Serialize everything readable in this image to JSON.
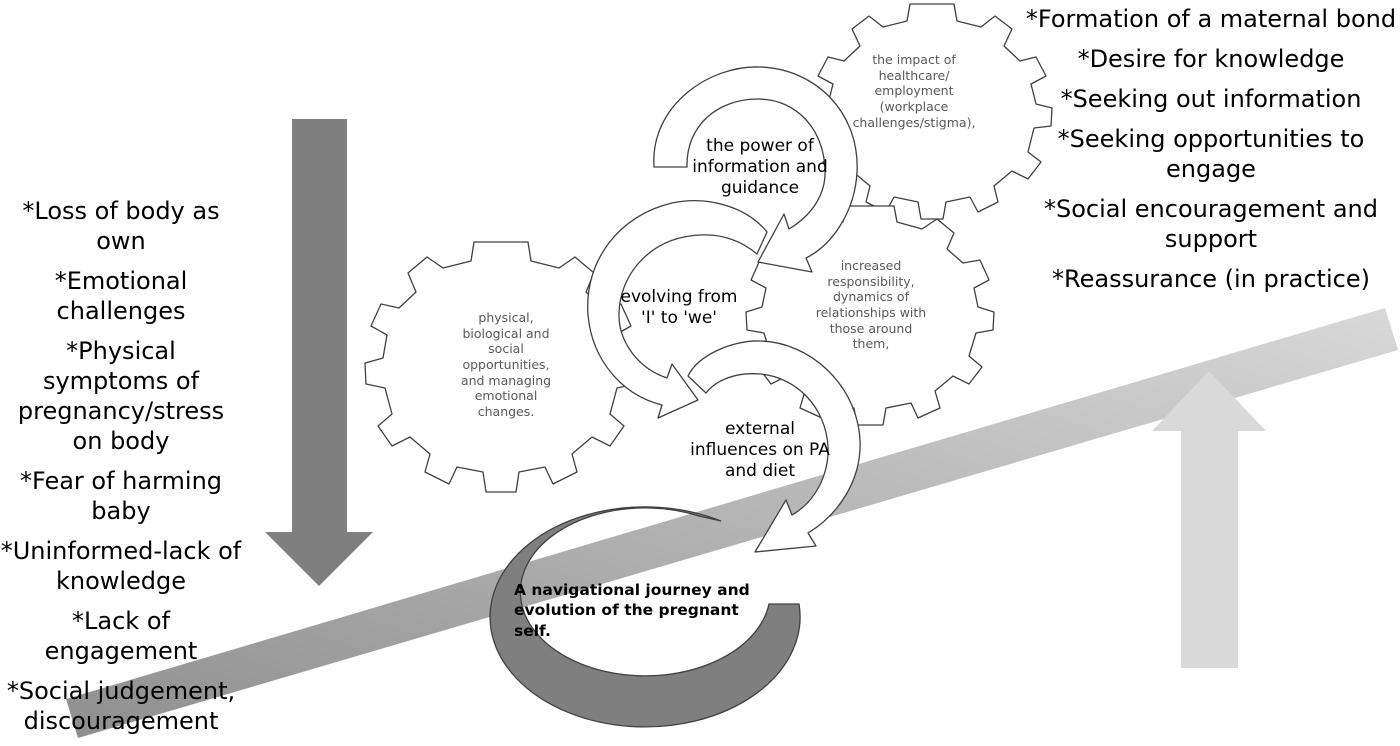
{
  "barriers": [
    "*Loss of body as own",
    "*Emotional challenges",
    "*Physical symptoms of pregnancy/stress on body",
    "*Fear of harming baby",
    "*Uninformed-lack of knowledge",
    "*Lack of engagement",
    "*Social judgement, discouragement"
  ],
  "facilitators": [
    "*Formation of a maternal bond",
    "*Desire for knowledge",
    "*Seeking out information",
    "*Seeking opportunities to engage",
    "*Social encouragement and support",
    "*Reassurance (in practice)"
  ],
  "cycle": {
    "power_of_information": "the power of information and guidance",
    "evolving": "evolving from 'I' to 'we'",
    "external_influences": "external influences on PA and diet"
  },
  "gears": {
    "healthcare": "the impact of healthcare/ employment (workplace challenges/stigma),",
    "responsibility": "increased responsibility, dynamics of relationships with those around them,",
    "physical": "physical, biological and social opportunities, and managing emotional changes."
  },
  "center": {
    "journey": "A navigational journey and evolution of the pregnant self."
  },
  "colors": {
    "down_arrow": "#7f7f7f",
    "up_arrow": "#d9d9d9",
    "seesaw_beam": "#b8b8b8",
    "journey_ring": "#7f7f7f",
    "gear_stroke": "#404040"
  }
}
